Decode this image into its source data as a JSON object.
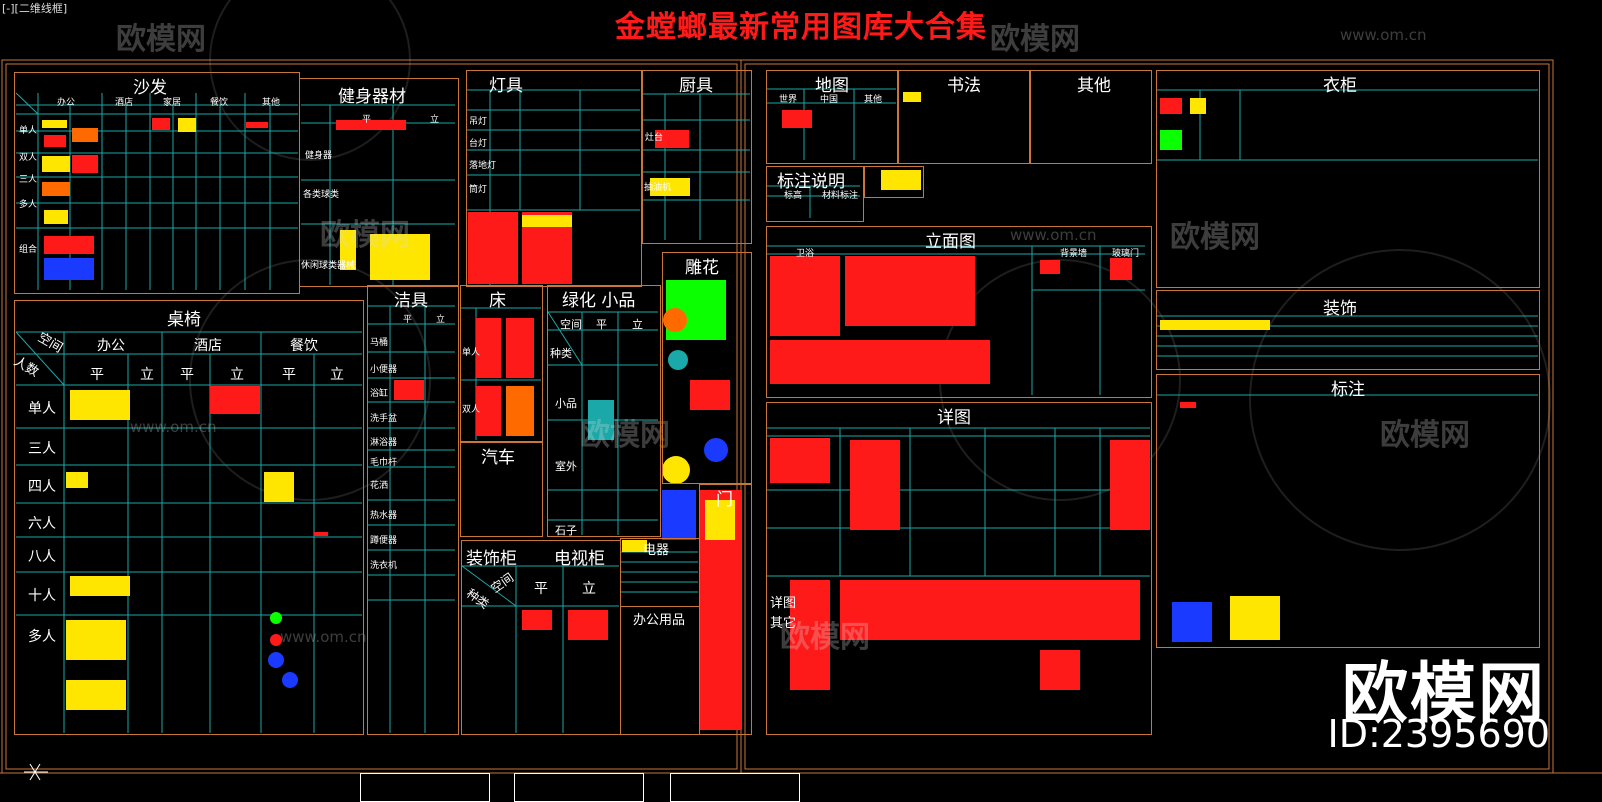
{
  "viewport_label": "[-][二维线框]",
  "main_title": "金螳螂最新常用图库大合集",
  "watermark": {
    "text": "欧模网",
    "url": "www.om.cn"
  },
  "brand": {
    "name": "欧模网",
    "id": "ID:2395690"
  },
  "colors": {
    "frame": "#c8763a",
    "grid": "#1aa8a8",
    "title": "#ff1a1a"
  },
  "sections": {
    "sofa": {
      "title": "沙发",
      "cols": [
        "办公",
        "酒店",
        "家居",
        "餐饮",
        "其他"
      ],
      "rows": [
        "单人",
        "双人",
        "三人",
        "多人",
        "组合"
      ]
    },
    "fitness": {
      "title": "健身器材",
      "cols": [
        "平",
        "立"
      ],
      "rows": [
        "健身器",
        "各类球类",
        "休闲球类器械"
      ]
    },
    "lamp": {
      "title": "灯具",
      "rows": [
        "吊灯",
        "台灯",
        "落地灯",
        "筒灯"
      ]
    },
    "kitchen": {
      "title": "厨具",
      "rows": [
        "灶台",
        "抽油机"
      ]
    },
    "table_chair": {
      "title": "桌椅",
      "corner_top": "空间",
      "corner_bottom": "人数",
      "cols": [
        "办公",
        "酒店",
        "餐饮"
      ],
      "sub": [
        "平",
        "立",
        "平",
        "立",
        "平",
        "立"
      ],
      "rows": [
        "单人",
        "三人",
        "四人",
        "六人",
        "八人",
        "十人",
        "多人"
      ]
    },
    "sanitary": {
      "title": "洁具",
      "cols": [
        "平",
        "立"
      ],
      "rows": [
        "马桶",
        "小便器",
        "浴缸",
        "洗手盆",
        "淋浴器",
        "毛巾杆",
        "花洒",
        "热水器",
        "蹲便器",
        "洗衣机"
      ]
    },
    "bed": {
      "title": "床",
      "rows": [
        "单人",
        "双人"
      ]
    },
    "car": {
      "title": "汽车"
    },
    "greenery": {
      "title": "绿化 小品",
      "cols": [
        "空间",
        "平",
        "立"
      ],
      "rows": [
        "种类",
        "小品",
        "室外",
        "石子"
      ]
    },
    "carving": {
      "title": "雕花"
    },
    "door": {
      "title": "门"
    },
    "cabinet": {
      "title": "装饰柜",
      "tv_title": "电视柜",
      "corner_top": "空间",
      "corner_bottom": "种类",
      "cols": [
        "平",
        "立"
      ]
    },
    "appliance": {
      "title": "电器"
    },
    "office": {
      "title": "办公用品"
    },
    "map": {
      "title": "地图",
      "cols": [
        "世界",
        "中国",
        "其他"
      ]
    },
    "calligraphy": {
      "title": "书法"
    },
    "other": {
      "title": "其他"
    },
    "annotation_note": {
      "title": "标注说明",
      "cols": [
        "标高",
        "材料标注"
      ]
    },
    "elevation": {
      "title": "立面图",
      "cols": [
        "卫浴",
        "背景墙",
        "玻璃门"
      ]
    },
    "detail": {
      "title": "详图",
      "labels": [
        "详图",
        "其它"
      ]
    },
    "wardrobe": {
      "title": "衣柜"
    },
    "decoration": {
      "title": "装饰"
    },
    "annotation": {
      "title": "标注"
    }
  }
}
